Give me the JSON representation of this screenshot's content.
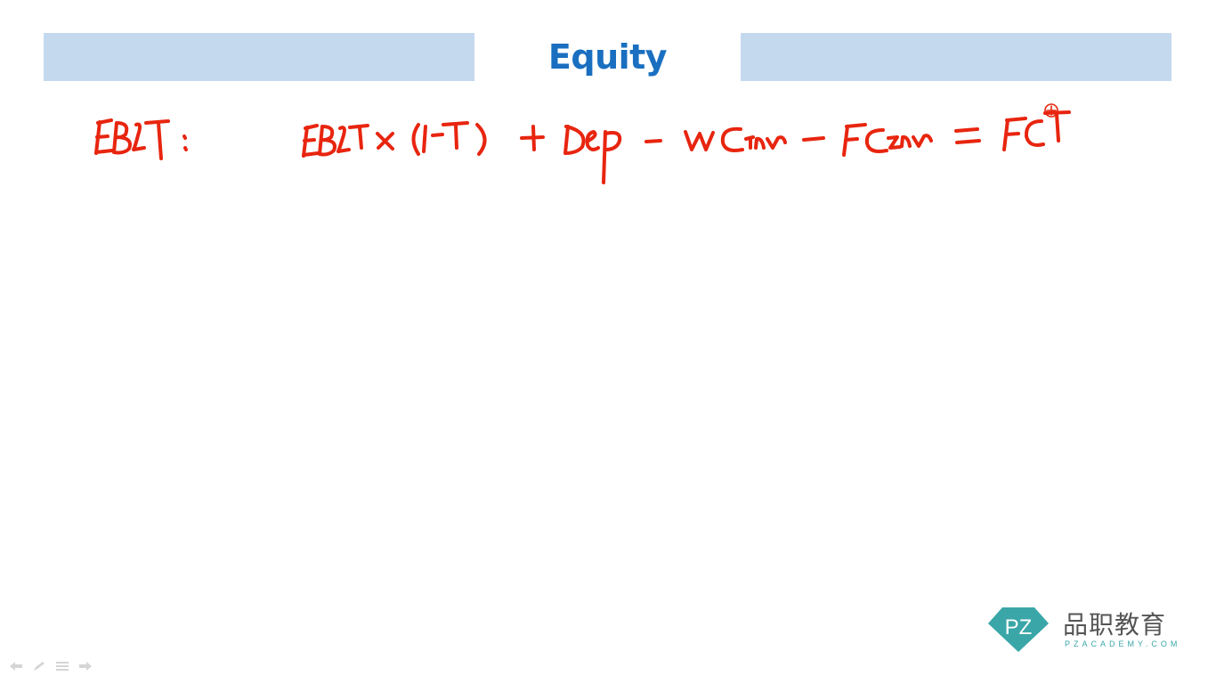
{
  "slide": {
    "title": "Equity",
    "title_color": "#1a6fc0",
    "bar_color": "#c5d9ee",
    "ink_color": "#e8250f"
  },
  "logo": {
    "cn_text": "品职教育",
    "en_text": "PZACADEMY.COM",
    "mark_text": "PZ",
    "primary_color": "#3ba6a8",
    "text_color": "#555555"
  },
  "nav": {
    "icons": [
      "prev-arrow-icon",
      "pen-icon",
      "menu-icon",
      "next-arrow-icon"
    ]
  }
}
